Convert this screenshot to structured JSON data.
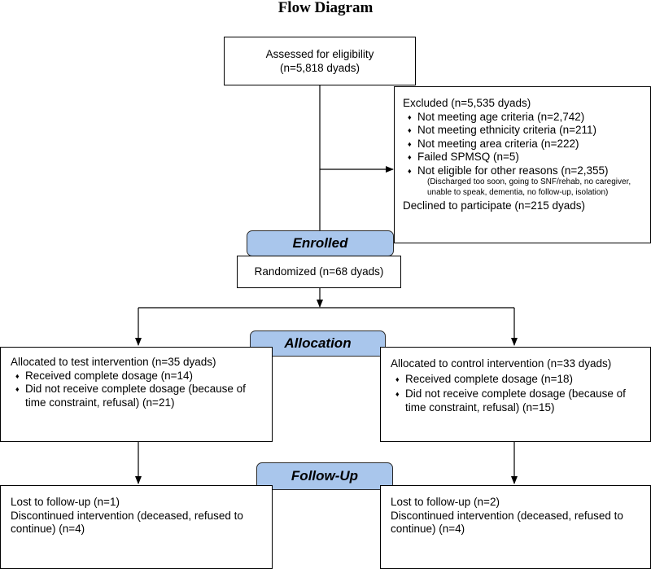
{
  "title": "Flow Diagram",
  "assessed": {
    "line1": "Assessed for eligibility",
    "line2": "(n=5,818 dyads)"
  },
  "excluded": {
    "header": "Excluded (n=5,535 dyads)",
    "items": [
      "Not meeting age criteria (n=2,742)",
      "Not meeting ethnicity criteria (n=211)",
      "Not meeting area criteria (n=222)",
      "Failed SPMSQ (n=5)",
      "Not eligible for other reasons (n=2,355)"
    ],
    "note": "(Discharged too soon, going to SNF/rehab, no caregiver, unable to speak, dementia, no follow-up, isolation)",
    "declined": "Declined to participate (n=215 dyads)"
  },
  "stages": {
    "enrolled": "Enrolled",
    "allocation": "Allocation",
    "followup": "Follow-Up"
  },
  "randomized": "Randomized (n=68 dyads)",
  "test_arm": {
    "header": "Allocated to test intervention (n=35 dyads)",
    "items": [
      "Received complete dosage (n=14)",
      "Did not receive complete dosage (because of time constraint, refusal) (n=21)"
    ],
    "followup": [
      "Lost to follow-up (n=1)",
      "Discontinued intervention (deceased, refused to continue) (n=4)"
    ]
  },
  "control_arm": {
    "header": "Allocated to control intervention (n=33 dyads)",
    "items": [
      "Received complete dosage (n=18)",
      "Did not receive complete dosage (because of time constraint, refusal) (n=15)"
    ],
    "followup": [
      "Lost to follow-up (n=2)",
      "Discontinued intervention (deceased, refused to continue) (n=4)"
    ]
  }
}
